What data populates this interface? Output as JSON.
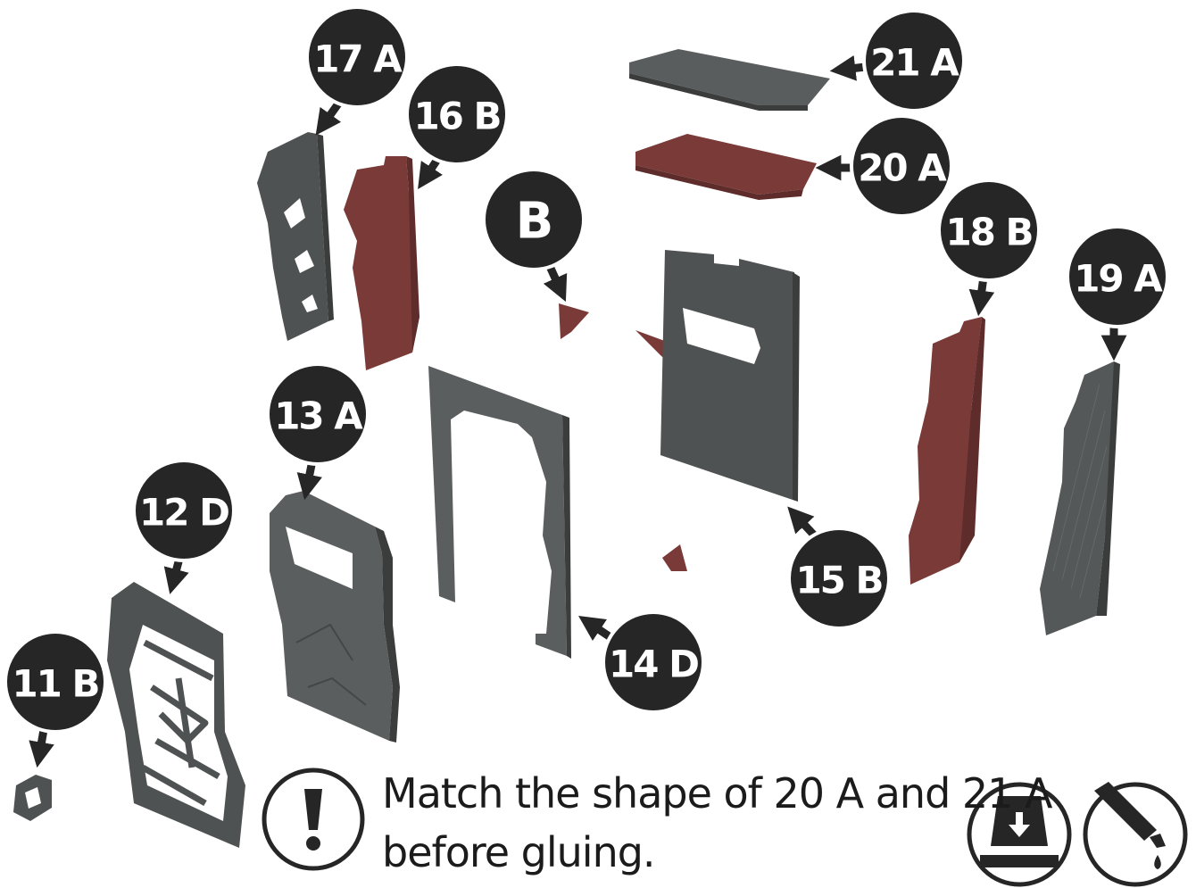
{
  "colors": {
    "part_gray": "#4f5252",
    "part_gray_dark": "#3b3d3d",
    "part_red": "#7a3b38",
    "part_red_dark": "#5e2c2a",
    "callout_fill": "#262626",
    "callout_ring": "#ffffff",
    "text": "#1b1b1b"
  },
  "callouts": [
    {
      "id": "17A",
      "label": "17 A"
    },
    {
      "id": "16B",
      "label": "16 B"
    },
    {
      "id": "B",
      "label": "B"
    },
    {
      "id": "21A",
      "label": "21 A"
    },
    {
      "id": "20A",
      "label": "20 A"
    },
    {
      "id": "18B",
      "label": "18 B"
    },
    {
      "id": "19A",
      "label": "19 A"
    },
    {
      "id": "13A",
      "label": "13 A"
    },
    {
      "id": "12D",
      "label": "12 D"
    },
    {
      "id": "11B",
      "label": "11 B"
    },
    {
      "id": "14D",
      "label": "14 D"
    },
    {
      "id": "15B",
      "label": "15 B"
    }
  ],
  "note": {
    "icon": "exclamation-icon",
    "line1": "Match the shape of 20 A and 21 A",
    "line2": "before gluing."
  },
  "tool_icons": [
    "press-down-icon",
    "glue-bottle-icon"
  ]
}
